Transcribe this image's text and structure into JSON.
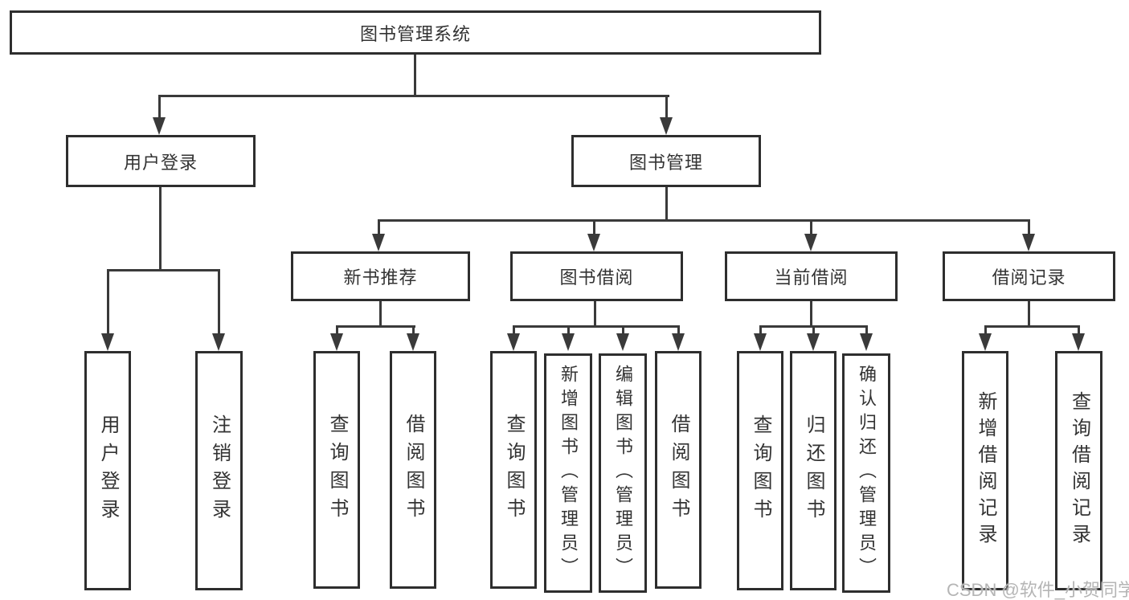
{
  "diagram_title": "图书管理系统",
  "tree": {
    "root": "图书管理系统",
    "children": [
      {
        "label": "用户登录",
        "children": [
          {
            "label": "用户登录"
          },
          {
            "label": "注销登录"
          }
        ]
      },
      {
        "label": "图书管理",
        "children": [
          {
            "label": "新书推荐",
            "children": [
              {
                "label": "查询图书"
              },
              {
                "label": "借阅图书"
              }
            ]
          },
          {
            "label": "图书借阅",
            "children": [
              {
                "label": "查询图书"
              },
              {
                "label": "新增图书（管理员）"
              },
              {
                "label": "编辑图书（管理员）"
              },
              {
                "label": "借阅图书"
              }
            ]
          },
          {
            "label": "当前借阅",
            "children": [
              {
                "label": "查询图书"
              },
              {
                "label": "归还图书"
              },
              {
                "label": "确认归还（管理员）"
              }
            ]
          },
          {
            "label": "借阅记录",
            "children": [
              {
                "label": "新增借阅记录"
              },
              {
                "label": "查询借阅记录"
              }
            ]
          }
        ]
      }
    ]
  },
  "watermark": {
    "text": "CSDN @软件_小贺同学"
  },
  "colors": {
    "line": "#3a3a3a",
    "border": "#2e2e2e",
    "text": "#333333",
    "bg": "#ffffff",
    "watermark": "#b5b5b5"
  }
}
